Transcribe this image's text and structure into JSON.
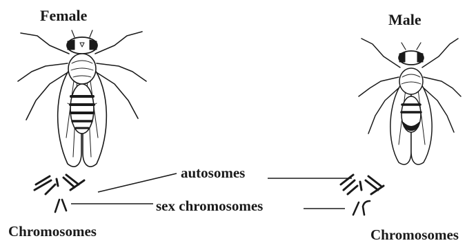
{
  "female": {
    "title": "Female",
    "chromosomes_label": "Chromosomes"
  },
  "male": {
    "title": "Male",
    "chromosomes_label": "Chromosomes"
  },
  "labels": {
    "autosomes": "autosomes",
    "sex_chromosomes": "sex chromosomes"
  },
  "colors": {
    "ink": "#1a1a1a",
    "background": "#ffffff"
  }
}
